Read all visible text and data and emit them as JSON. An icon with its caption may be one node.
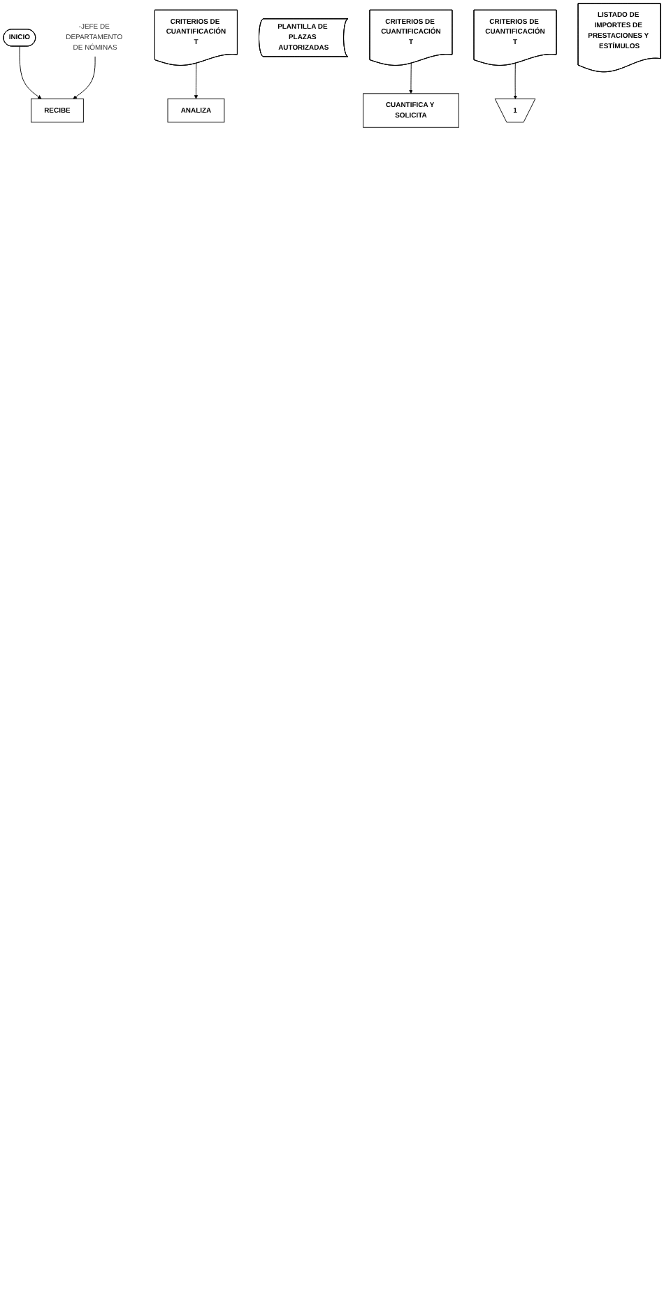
{
  "diagram": {
    "nodes": [
      {
        "text": [
          "INICIO"
        ]
      },
      {
        "text": [
          "-JEFE DE DEPARTAMENTO DE NÓMINAS"
        ]
      },
      {
        "text": [
          "RECIBE"
        ]
      },
      {
        "text": [
          "CRITERIOS DE CUANTIFICACIÓN",
          "T"
        ]
      },
      {
        "text": [
          "ANALIZA"
        ]
      },
      {
        "text": [
          "PLANTILLA DE PLAZAS AUTORIZADAS"
        ]
      },
      {
        "text": [
          "CRITERIOS DE CUANTIFICACIÓN",
          "T"
        ]
      },
      {
        "text": [
          "CUANTIFICA Y SOLICITA"
        ]
      },
      {
        "text": [
          "CRITERIOS DE CUANTIFICACIÓN",
          "T"
        ]
      },
      {
        "text": [
          "LISTADO DE IMPORTES DE PRESTACIONES Y ESTÍMULOS"
        ]
      },
      {
        "text": [
          "1"
        ]
      }
    ],
    "edges": [
      {
        "from": 0,
        "to": 2,
        "arrow": "to"
      },
      {
        "from": 1,
        "to": 2,
        "arrow": "to"
      },
      {
        "from": 3,
        "to": 4,
        "arrow": "to"
      },
      {
        "from": 6,
        "to": 7,
        "arrow": "to"
      },
      {
        "from": 8,
        "to": 10,
        "arrow": "to"
      }
    ]
  }
}
